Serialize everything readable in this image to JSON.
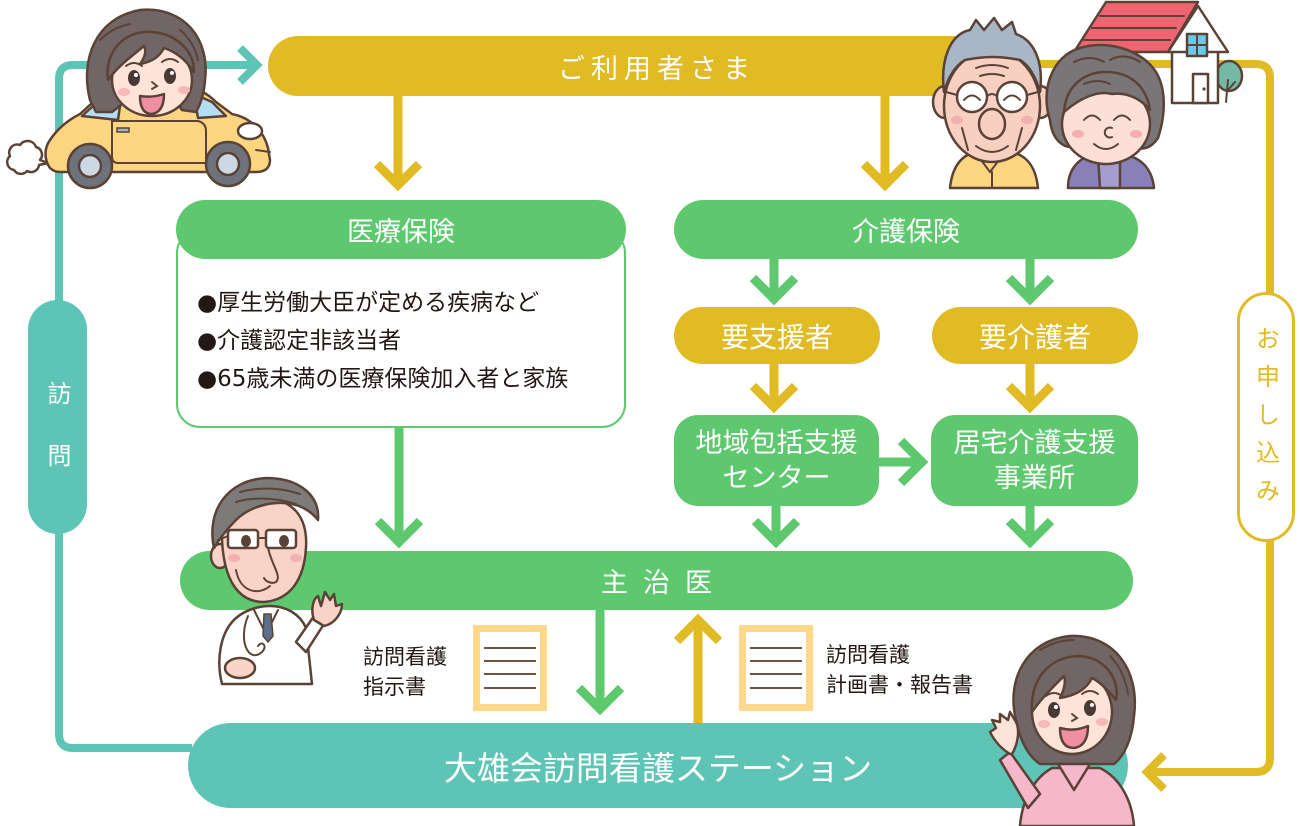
{
  "header": {
    "users_label": "ご利用者さま"
  },
  "medical_insurance": {
    "title": "医療保険",
    "items": [
      "●厚生労働大臣が定める疾病など",
      "●介護認定非該当者",
      "●65歳未満の医療保険加入者と家族"
    ]
  },
  "care_insurance": {
    "title": "介護保険",
    "support_needed": "要支援者",
    "care_needed": "要介護者",
    "community_center": [
      "地域包括支援",
      "センター"
    ],
    "care_support_office": [
      "居宅介護支援",
      "事業所"
    ]
  },
  "physician": {
    "label": "主治医"
  },
  "documents": {
    "instructions": [
      "訪問看護",
      "指示書"
    ],
    "plan_report": [
      "訪問看護",
      "計画書・報告書"
    ]
  },
  "station": {
    "label": "大雄会訪問看護ステーション"
  },
  "side_labels": {
    "visit": "訪問",
    "application": "お申し込み"
  },
  "illustrations": [
    "woman-driving-car",
    "elderly-couple",
    "house",
    "doctor",
    "nurse",
    "document-icon"
  ],
  "colors": {
    "green": "#5EC86F",
    "yellow": "#E1BB24",
    "teal": "#5EC5B6",
    "document_border": "#FED88B",
    "document_lines": "#6B5546",
    "text": "#231815",
    "white": "#FFFFFF"
  }
}
